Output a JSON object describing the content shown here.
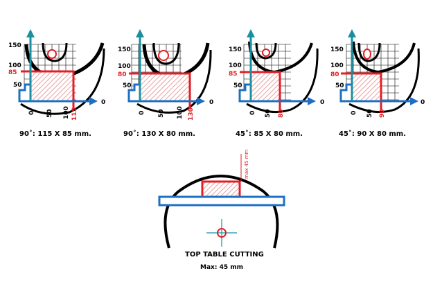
{
  "colors": {
    "arrow": "#1e6fc4",
    "axis_up": "#1a8fa0",
    "red": "#e31e24",
    "hatch": "#e8a0a0",
    "black": "#000000",
    "grid": "#000000"
  },
  "panels": [
    {
      "y_ticks": [
        "150",
        "100",
        "50"
      ],
      "x_ticks": [
        "0",
        "50",
        "100"
      ],
      "x_zero_right": "0",
      "height_label": "85",
      "width_label": "115",
      "caption": "90˚: 115 X 85 mm.",
      "cut_width_mm": 115,
      "cut_height_mm": 85
    },
    {
      "y_ticks": [
        "150",
        "100",
        "50"
      ],
      "x_ticks": [
        "0",
        "50",
        "100"
      ],
      "x_zero_right": "0",
      "height_label": "80",
      "width_label": "130",
      "caption": "90˚: 130 X 80 mm.",
      "cut_width_mm": 130,
      "cut_height_mm": 80
    },
    {
      "y_ticks": [
        "150",
        "100",
        "50"
      ],
      "x_ticks": [
        "0",
        "50"
      ],
      "x_zero_right": "0",
      "height_label": "85",
      "width_label": "80",
      "caption": "45˚: 85 X 80 mm.",
      "cut_width_mm": 80,
      "cut_height_mm": 85
    },
    {
      "y_ticks": [
        "150",
        "100",
        "50"
      ],
      "x_ticks": [
        "0",
        "50"
      ],
      "x_zero_right": "0",
      "height_label": "80",
      "width_label": "90",
      "caption": "45˚: 90 X 80 mm.",
      "cut_width_mm": 90,
      "cut_height_mm": 80
    }
  ],
  "top_table": {
    "max_label": "max 45 mm",
    "title": "TOP TABLE CUTTING",
    "subtitle": "Max: 45 mm"
  }
}
